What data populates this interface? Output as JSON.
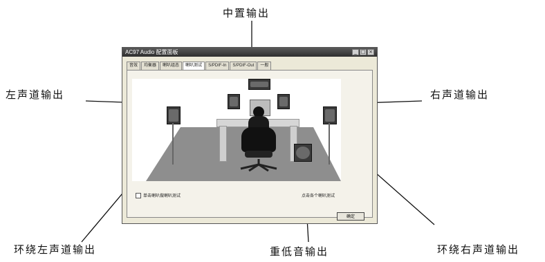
{
  "callouts": {
    "center": "中置输出",
    "left": "左声道输出",
    "right": "右声道输出",
    "surround_left": "环绕左声道输出",
    "subwoofer": "重低音输出",
    "surround_right": "环绕右声道输出"
  },
  "dialog": {
    "title": "AC97 Audio 配置面板",
    "tabs": [
      "音效",
      "均衡器",
      "喇叭组态",
      "喇叭测试",
      "S/PDIF-In",
      "S/PDIF-Out",
      "一般"
    ],
    "active_tab_index": 3,
    "checkbox_label": "单击喇叭做喇叭测试",
    "test_label": "点击各个喇叭测试",
    "ok_label": "确定",
    "titlebar_buttons": {
      "minimize": "_",
      "maximize": "□",
      "close": "×"
    }
  },
  "colors": {
    "floor": "#8e8e8e",
    "speaker": "#3a3a3a",
    "window_chrome": "#ece9d8"
  }
}
